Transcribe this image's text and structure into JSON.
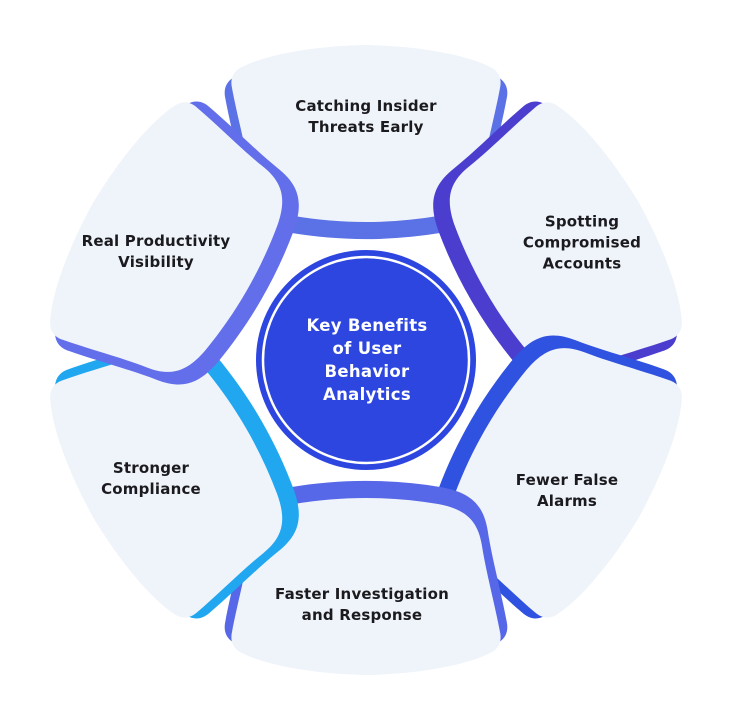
{
  "title": {
    "lines": [
      "Key Benefits",
      "of User",
      "Behavior",
      "Analytics"
    ],
    "full_text": "Key Benefits of User Behavior Analytics"
  },
  "colors": {
    "background": "#ffffff",
    "petal_fill": "#eff3fa",
    "center_fill": "#2d46e0",
    "center_ring": "#ffffff",
    "label_text": "#1b1b1f",
    "center_text": "#ffffff"
  },
  "petals": [
    {
      "id": "catching-insider-threats",
      "position": "top",
      "accent": "#5b72e6",
      "label_lines": [
        "Catching Insider",
        "Threats Early"
      ],
      "full_label": "Catching Insider Threats Early"
    },
    {
      "id": "spotting-compromised-accounts",
      "position": "top-right",
      "accent": "#4b3ece",
      "label_lines": [
        "Spotting",
        "Compromised",
        "Accounts"
      ],
      "full_label": "Spotting Compromised Accounts"
    },
    {
      "id": "fewer-false-alarms",
      "position": "bottom-right",
      "accent": "#2f52e0",
      "label_lines": [
        "Fewer False",
        "Alarms"
      ],
      "full_label": "Fewer False Alarms"
    },
    {
      "id": "faster-investigation-response",
      "position": "bottom",
      "accent": "#5668e8",
      "label_lines": [
        "Faster Investigation",
        "and Response"
      ],
      "full_label": "Faster Investigation and Response"
    },
    {
      "id": "stronger-compliance",
      "position": "bottom-left",
      "accent": "#20a7f0",
      "label_lines": [
        "Stronger",
        "Compliance"
      ],
      "full_label": "Stronger Compliance"
    },
    {
      "id": "real-productivity-visibility",
      "position": "top-left",
      "accent": "#636eea",
      "label_lines": [
        "Real Productivity",
        "Visibility"
      ],
      "full_label": "Real Productivity Visibility"
    }
  ]
}
